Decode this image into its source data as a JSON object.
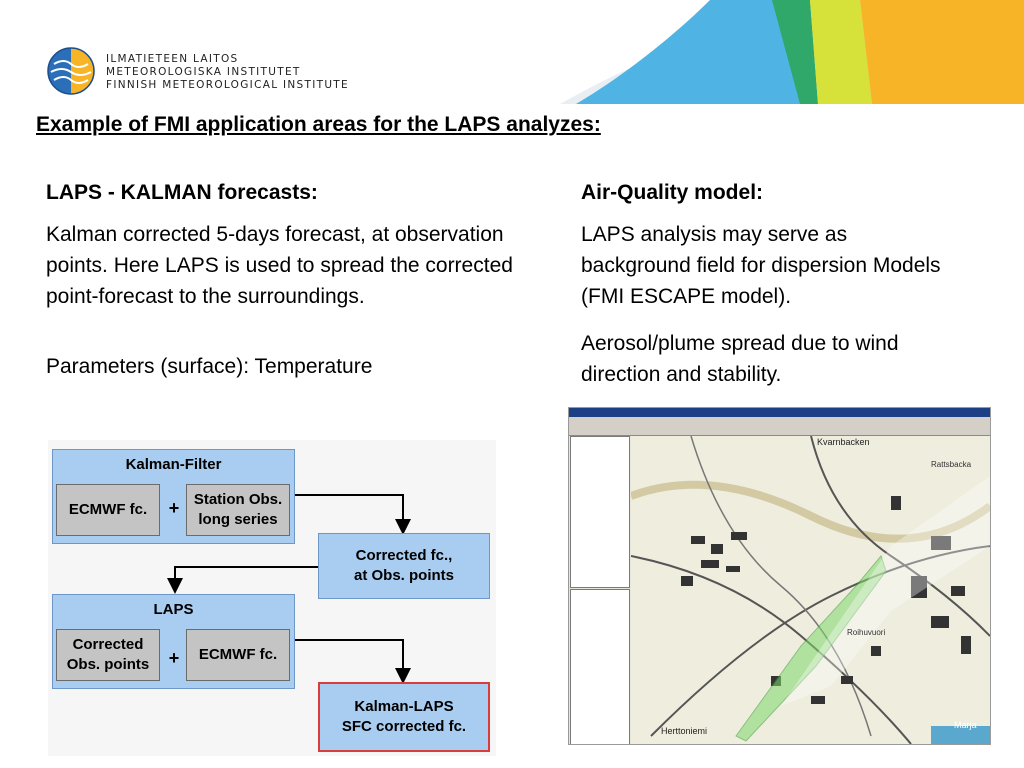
{
  "logo": {
    "lines": [
      "ILMATIETEEN LAITOS",
      "METEOROLOGISKA INSTITUTET",
      "FINNISH METEOROLOGICAL INSTITUTE"
    ]
  },
  "title": "Example of FMI application areas for the LAPS analyzes:",
  "left": {
    "heading": "LAPS - KALMAN forecasts:",
    "para1": "Kalman corrected 5-days forecast, at observation points. Here LAPS is used to spread the corrected point-forecast to the surroundings.",
    "para2": "Parameters (surface): Temperature"
  },
  "right": {
    "heading": "Air-Quality model:",
    "para1": "LAPS analysis may serve as background field for dispersion Models (FMI ESCAPE model).",
    "para2": "Aerosol/plume spread due to wind direction and stability."
  },
  "diagram": {
    "kalman_filter": "Kalman-Filter",
    "ecmwf_fc_1": "ECMWF fc.",
    "plus_1": "+",
    "station_obs": "Station Obs.\nlong series",
    "corrected_fc": "Corrected fc.,\nat Obs. points",
    "laps": "LAPS",
    "corrected_obs": "Corrected\nObs. points",
    "plus_2": "+",
    "ecmwf_fc_2": "ECMWF fc.",
    "kalman_laps": "Kalman-LAPS\nSFC corrected fc."
  },
  "map": {
    "labels": [
      "Kvarnbacken",
      "Herttoniemi",
      "Marja",
      "Rattsbacka",
      "Roihuvuori"
    ]
  },
  "colors": {
    "diagram_blue": "#a9cdf0",
    "diagram_gray": "#c4c4c4",
    "highlight_red": "#d83c3c",
    "banner_blue": "#4fb3e4",
    "banner_green": "#3db56a",
    "banner_yellow": "#d6e23a",
    "banner_orange": "#f6b426"
  }
}
